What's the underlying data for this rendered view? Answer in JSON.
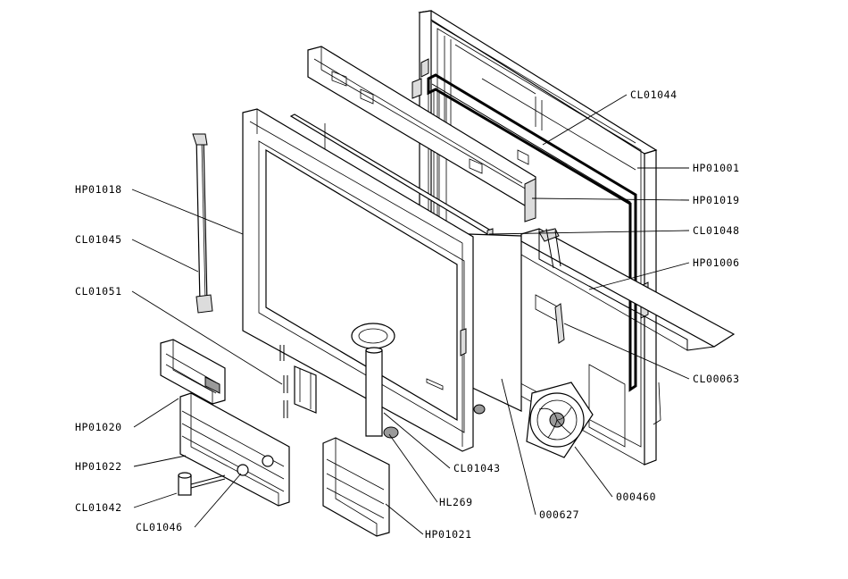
{
  "labels": {
    "CL01044": "CL01044",
    "HP01001": "HP01001",
    "HP01019": "HP01019",
    "CL01048": "CL01048",
    "HP01006": "HP01006",
    "CL00063": "CL00063",
    "HP01018": "HP01018",
    "CL01045": "CL01045",
    "CL01051": "CL01051",
    "HP01020": "HP01020",
    "HP01022": "HP01022",
    "CL01042": "CL01042",
    "CL01046": "CL01046",
    "CL01043": "CL01043",
    "HL269": "HL269",
    "000627": "000627",
    "000460": "000460",
    "HP01021": "HP01021"
  }
}
